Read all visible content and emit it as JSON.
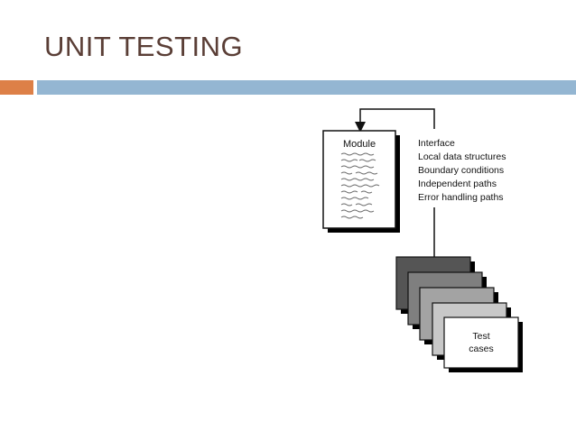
{
  "slide": {
    "title": "UNIT TESTING",
    "accent_colors": {
      "orange": "#dd8047",
      "blue": "#94b6d2",
      "title": "#5a3e36"
    }
  },
  "diagram": {
    "module_label": "Module",
    "test_aspects": [
      "Interface",
      "Local data structures",
      "Boundary conditions",
      "Independent paths",
      "Error handling paths"
    ],
    "test_cases_label_line1": "Test",
    "test_cases_label_line2": "cases",
    "card_stack_shades": [
      "#555555",
      "#7f7f7f",
      "#a3a3a3",
      "#c8c8c8",
      "#ffffff"
    ]
  }
}
